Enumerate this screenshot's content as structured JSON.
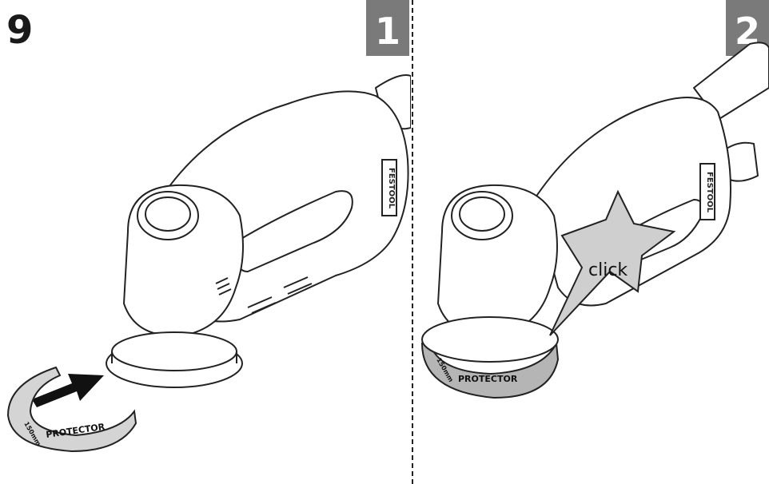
{
  "figure": {
    "number": "9"
  },
  "steps": [
    {
      "label": "1"
    },
    {
      "label": "2"
    }
  ],
  "callouts": {
    "click": "click"
  },
  "tool_text": {
    "brand_side": "FESTOOL",
    "protector": "PROTECTOR",
    "protector_size": "150mm"
  },
  "colors": {
    "line": "#222222",
    "badge": "#7a7a7a",
    "protector_grey": "#b5b5b5",
    "starburst": "#cfcfcf"
  }
}
